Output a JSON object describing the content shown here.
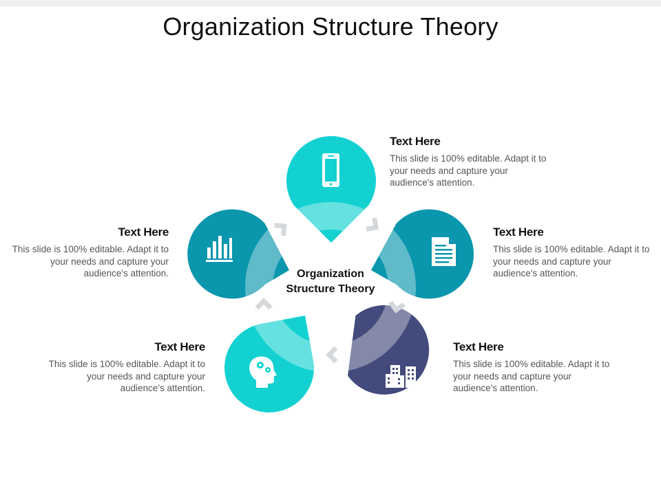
{
  "title": "Organization Structure Theory",
  "center": {
    "line1": "Organization",
    "line2": "Structure Theory"
  },
  "colors": {
    "teal_light": "#14d1d1",
    "teal_dark": "#0a96ad",
    "navy": "#434a7c",
    "ring": "#e6e8ea",
    "arrow": "#c8cccf"
  },
  "items": [
    {
      "icon": "smartphone-icon",
      "heading": "Text Here",
      "body": "This slide is 100% editable. Adapt it to your needs and capture your audience's attention."
    },
    {
      "icon": "document-icon",
      "heading": "Text Here",
      "body": "This slide is 100% editable. Adapt it to your needs and capture your audience's attention."
    },
    {
      "icon": "buildings-icon",
      "heading": "Text Here",
      "body": "This slide is 100% editable. Adapt it to your needs and capture your audience's attention."
    },
    {
      "icon": "head-gears-icon",
      "heading": "Text Here",
      "body": "This slide is 100% editable. Adapt it to your needs and capture your audience's attention."
    },
    {
      "icon": "bar-chart-icon",
      "heading": "Text Here",
      "body": "This slide is 100% editable. Adapt it to your needs and capture your audience's attention."
    }
  ]
}
